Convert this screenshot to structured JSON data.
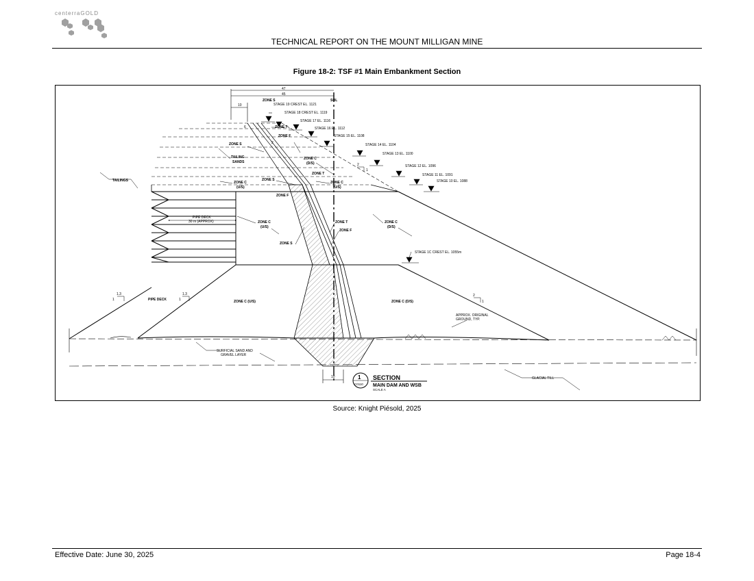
{
  "header": {
    "logo_text": "centerraGOLD",
    "title": "TECHNICAL REPORT ON THE MOUNT MILLIGAN MINE"
  },
  "figure": {
    "title": "Figure 18-2: TSF #1 Main Embankment Section",
    "source": "Source: Knight Piésold, 2025",
    "drawing": {
      "dim_top_47": "47",
      "dim_top_45": "45",
      "dim_10": "10",
      "dim_6": "6",
      "dim_2": "2",
      "sol": "SOL",
      "stages": [
        "STAGE 19 CREST EL. 1121",
        "STAGE 18 CREST EL. 1119",
        "STAGE 17 EL. 1116",
        "STAGE 16 EL. 1112",
        "STAGE 15 EL. 1108",
        "STAGE 14 EL. 1104",
        "STAGE 13 EL. 1100",
        "STAGE 12 EL. 1096",
        "STAGE 11 EL. 1091",
        "STAGE 10 EL. 1088",
        "STAGE 1C CREST EL. 1055m"
      ],
      "zone_s": "ZONE S",
      "zone_t": "ZONE T",
      "zone_f": "ZONE F",
      "zone_c": "ZONE C",
      "us": "(U/S)",
      "ds": "(D/S)",
      "zone_c_us": "ZONE C (U/S)",
      "zone_c_ds": "ZONE C (D/S)",
      "tailing": "TAILING",
      "sands": "SANDS",
      "tailings": "TAILINGS",
      "pipe_deck": "PIPE DECK",
      "pipe_deck_width": "30 m (APPROX)",
      "slope_13": "1.3",
      "slope_1": "1",
      "slope_2": "2",
      "approx_ground_1": "APPROX. ORIGINAL",
      "approx_ground_2": "GROUND, TYP.",
      "surficial_1": "SURFICIAL SAND AND",
      "surficial_2": "GRAVEL LAYER",
      "glacial_till": "GLACIAL TILL",
      "section_number": "1",
      "section_ref": "C0110",
      "section_label": "SECTION",
      "section_name": "MAIN DAM AND WSB",
      "section_scale": "SCALE A"
    }
  },
  "footer": {
    "effective_date": "Effective Date: June 30, 2025",
    "page": "Page 18-4"
  }
}
